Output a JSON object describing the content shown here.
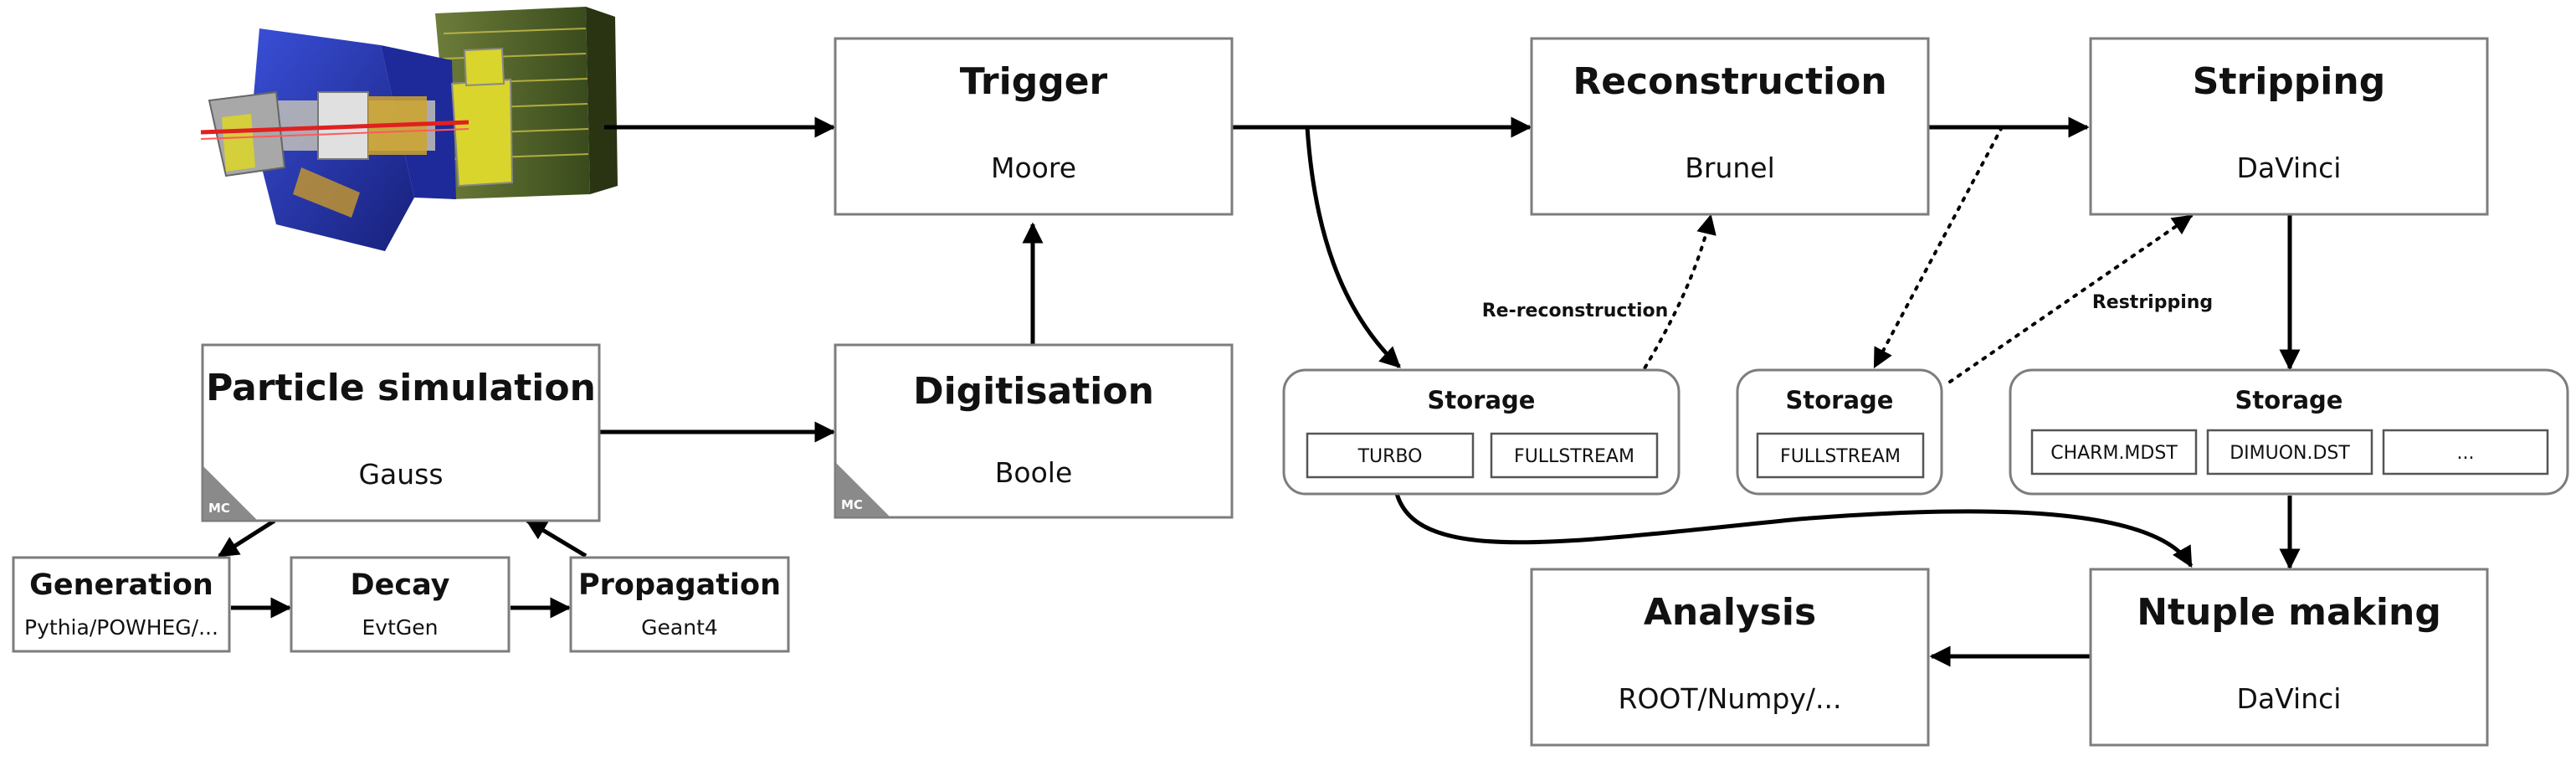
{
  "trigger": {
    "title": "Trigger",
    "software": "Moore"
  },
  "reconstruction": {
    "title": "Reconstruction",
    "software": "Brunel"
  },
  "stripping": {
    "title": "Stripping",
    "software": "DaVinci"
  },
  "particle_simulation": {
    "title": "Particle simulation",
    "software": "Gauss",
    "badge": "MC"
  },
  "digitisation": {
    "title": "Digitisation",
    "software": "Boole",
    "badge": "MC"
  },
  "generation": {
    "title": "Generation",
    "software": "Pythia/POWHEG/..."
  },
  "decay": {
    "title": "Decay",
    "software": "EvtGen"
  },
  "propagation": {
    "title": "Propagation",
    "software": "Geant4"
  },
  "storage_turbo": {
    "title": "Storage",
    "items": [
      "TURBO",
      "FULLSTREAM"
    ]
  },
  "storage_fullstream": {
    "title": "Storage",
    "items": [
      "FULLSTREAM"
    ]
  },
  "storage_stripped": {
    "title": "Storage",
    "items": [
      "CHARM.MDST",
      "DIMUON.DST",
      "..."
    ]
  },
  "analysis": {
    "title": "Analysis",
    "software": "ROOT/Numpy/..."
  },
  "ntuple": {
    "title": "Ntuple making",
    "software": "DaVinci"
  },
  "annotations": {
    "rereconstruction": "Re-reconstruction",
    "restripping": "Restripping"
  }
}
